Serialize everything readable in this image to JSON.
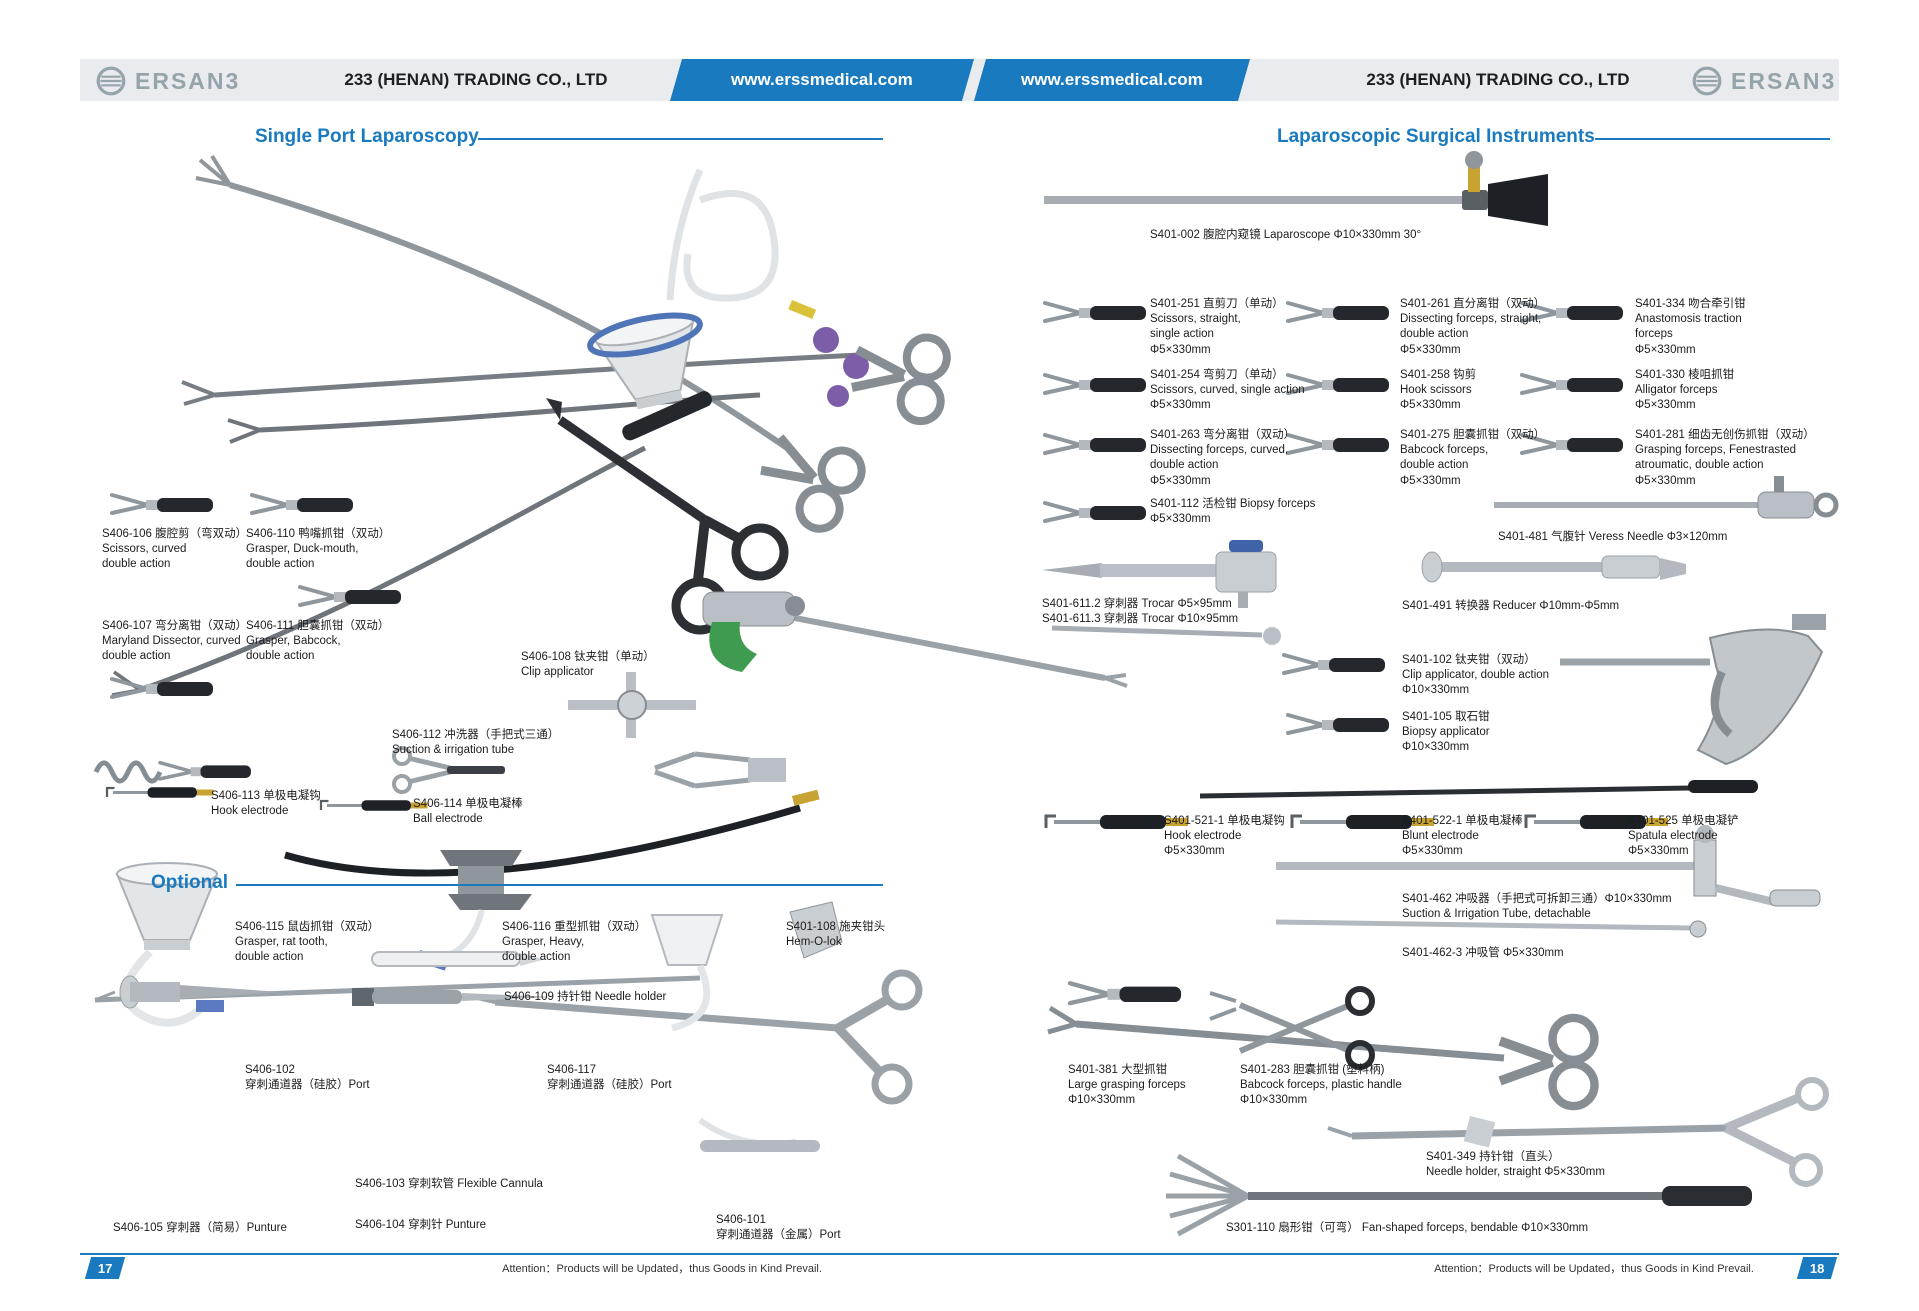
{
  "header": {
    "logo": "ERSAN3",
    "company_left": "233 (HENAN) TRADING CO., LTD",
    "site_left": "www.erssmedical.com",
    "site_right": "www.erssmedical.com",
    "company_right": "233 (HENAN) TRADING CO., LTD"
  },
  "sections": {
    "left_title": "Single Port Laparoscopy",
    "optional_title": "Optional",
    "right_title": "Laparoscopic Surgical Instruments"
  },
  "footer": {
    "page_left": "17",
    "page_right": "18",
    "note_left": "Attention：Products will be Updated，thus Goods in Kind Prevail.",
    "note_right": "Attention：Products will be Updated，thus Goods in Kind Prevail."
  },
  "colors": {
    "accent": "#1a7abf",
    "header_gray": "#e9ebee"
  },
  "products": {
    "s406_106": {
      "lines": [
        "S406-106 腹腔剪（弯双动）",
        "Scissors, curved",
        "double action"
      ]
    },
    "s406_110": {
      "lines": [
        "S406-110 鸭嘴抓钳（双动）",
        "Grasper, Duck-mouth,",
        "double action"
      ]
    },
    "s406_107": {
      "lines": [
        "S406-107 弯分离钳（双动）",
        "Maryland Dissector, curved",
        "double action"
      ]
    },
    "s406_111": {
      "lines": [
        "S406-111 胆囊抓钳（双动）",
        "Grasper, Babcock,",
        "double action"
      ]
    },
    "s406_108": {
      "lines": [
        "S406-108 钛夹钳（单动）",
        "Clip applicator"
      ]
    },
    "s406_112": {
      "lines": [
        "S406-112 冲洗器（手把式三通）",
        "Suction & irrigation tube"
      ]
    },
    "s406_113": {
      "lines": [
        "S406-113 单极电凝钩",
        "Hook electrode"
      ]
    },
    "s406_114": {
      "lines": [
        "S406-114 单极电凝棒",
        "Ball electrode"
      ]
    },
    "s406_115": {
      "lines": [
        "S406-115 鼠齿抓钳（双动）",
        "Grasper, rat tooth,",
        "double action"
      ]
    },
    "s406_116": {
      "lines": [
        "S406-116 重型抓钳（双动）",
        "Grasper, Heavy,",
        "double action"
      ]
    },
    "s401_108": {
      "lines": [
        "S401-108 施夹钳头",
        "Hem-O-lok"
      ]
    },
    "s406_109": {
      "lines": [
        "S406-109 持针钳 Needle holder"
      ]
    },
    "s406_102": {
      "lines": [
        "S406-102",
        "穿刺通道器（硅胶）Port"
      ]
    },
    "s406_117": {
      "lines": [
        "S406-117",
        "穿刺通道器（硅胶）Port"
      ]
    },
    "s406_103": {
      "lines": [
        "S406-103 穿刺软管 Flexible Cannula"
      ]
    },
    "s406_105": {
      "lines": [
        "S406-105 穿刺器（简易）Punture"
      ]
    },
    "s406_104": {
      "lines": [
        "S406-104 穿刺针 Punture"
      ]
    },
    "s406_101": {
      "lines": [
        "S406-101",
        "穿刺通道器（金属）Port"
      ]
    },
    "s401_002": {
      "lines": [
        "S401-002 腹腔内窥镜 Laparoscope Φ10×330mm 30°"
      ]
    },
    "s401_251": {
      "lines": [
        "S401-251 直剪刀（单动）",
        "Scissors, straight,",
        "single action",
        "Φ5×330mm"
      ]
    },
    "s401_261": {
      "lines": [
        "S401-261 直分离钳（双动）",
        "Dissecting forceps, straight,",
        "double action",
        "Φ5×330mm"
      ]
    },
    "s401_334": {
      "lines": [
        "S401-334 吻合牵引钳",
        "Anastomosis traction",
        "forceps",
        "Φ5×330mm"
      ]
    },
    "s401_254": {
      "lines": [
        "S401-254 弯剪刀（单动）",
        "Scissors, curved, single action",
        "Φ5×330mm"
      ]
    },
    "s401_258": {
      "lines": [
        "S401-258 钩剪",
        "Hook scissors",
        "Φ5×330mm"
      ]
    },
    "s401_330": {
      "lines": [
        "S401-330 棱咀抓钳",
        "Alligator forceps",
        "Φ5×330mm"
      ]
    },
    "s401_263": {
      "lines": [
        "S401-263 弯分离钳（双动）",
        "Dissecting forceps, curved,",
        "double action",
        "Φ5×330mm"
      ]
    },
    "s401_275": {
      "lines": [
        "S401-275 胆囊抓钳（双动）",
        "Babcock forceps,",
        "double action",
        "Φ5×330mm"
      ]
    },
    "s401_281": {
      "lines": [
        "S401-281 细齿无创伤抓钳（双动）",
        "Grasping forceps, Fenestrasted",
        "atroumatic, double action",
        "Φ5×330mm"
      ]
    },
    "s401_112": {
      "lines": [
        "S401-112 活检钳 Biopsy forceps",
        "Φ5×330mm"
      ]
    },
    "s401_481": {
      "lines": [
        "S401-481 气腹针 Veress Needle Φ3×120mm"
      ]
    },
    "s401_611": {
      "lines": [
        "S401-611.2 穿刺器 Trocar Φ5×95mm",
        "S401-611.3 穿刺器 Trocar Φ10×95mm"
      ]
    },
    "s401_491": {
      "lines": [
        "S401-491 转换器 Reducer Φ10mm-Φ5mm"
      ]
    },
    "s401_102": {
      "lines": [
        "S401-102 钛夹钳（双动）",
        "Clip applicator, double action",
        "Φ10×330mm"
      ]
    },
    "s401_105": {
      "lines": [
        "S401-105 取石钳",
        "Biopsy applicator",
        "Φ10×330mm"
      ]
    },
    "s401_521_1": {
      "lines": [
        "S401-521-1 单极电凝钩",
        "Hook electrode",
        "Φ5×330mm"
      ]
    },
    "s401_522_1": {
      "lines": [
        "S401-522-1 单极电凝棒",
        "Blunt electrode",
        "Φ5×330mm"
      ]
    },
    "s401_525": {
      "lines": [
        "S401-525 单极电凝铲",
        "Spatula electrode",
        "Φ5×330mm"
      ]
    },
    "s401_462": {
      "lines": [
        "S401-462 冲吸器（手把式可拆卸三通）Φ10×330mm",
        "Suction & Irrigation Tube, detachable"
      ]
    },
    "s401_462_3": {
      "lines": [
        "S401-462-3 冲吸管 Φ5×330mm"
      ]
    },
    "s401_381": {
      "lines": [
        "S401-381 大型抓钳",
        "Large grasping forceps",
        "Φ10×330mm"
      ]
    },
    "s401_283": {
      "lines": [
        "S401-283 胆囊抓钳 (塑料柄)",
        "Babcock forceps, plastic handle",
        "Φ10×330mm"
      ]
    },
    "s401_349": {
      "lines": [
        "S401-349 持针钳（直头）",
        "Needle holder, straight Φ5×330mm"
      ]
    },
    "s301_110": {
      "lines": [
        "S301-110 扇形钳（可弯） Fan-shaped forceps, bendable Φ10×330mm"
      ]
    }
  }
}
